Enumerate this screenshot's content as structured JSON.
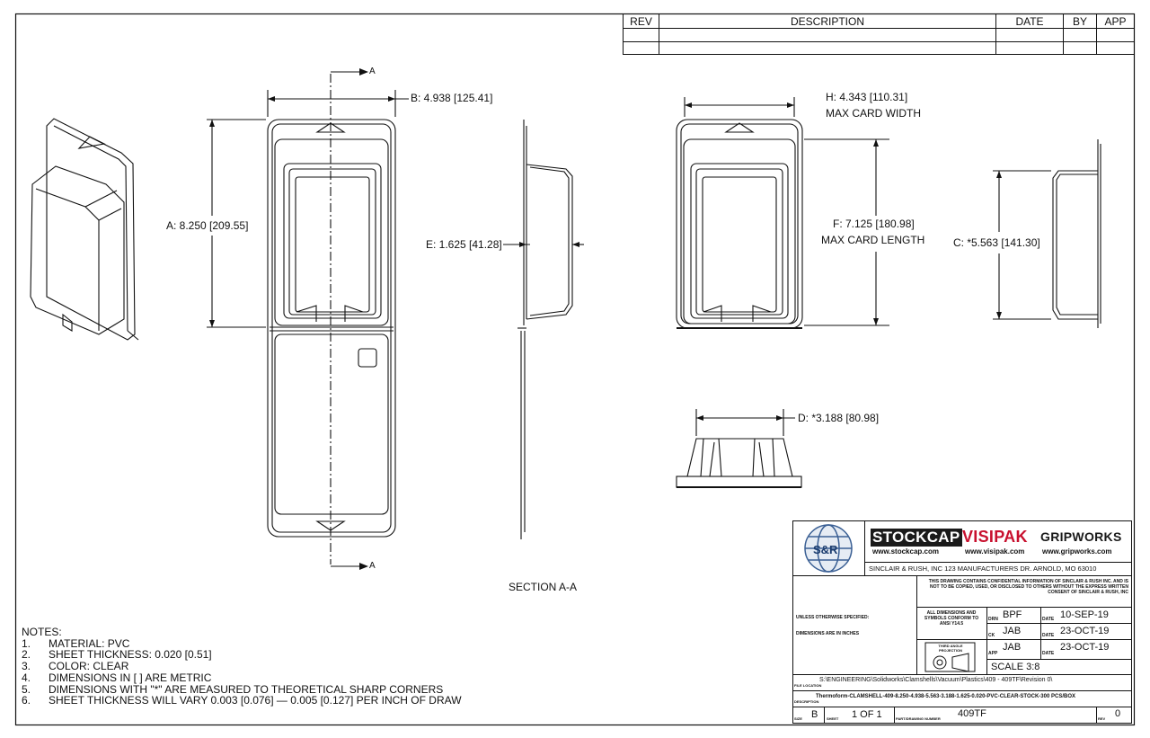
{
  "revision_table": {
    "headers": {
      "rev": "REV",
      "description": "DESCRIPTION",
      "date": "DATE",
      "by": "BY",
      "app": "APP"
    }
  },
  "dimensions": {
    "a": "A: 8.250 [209.55]",
    "b": "B: 4.938 [125.41]",
    "c": "C: *5.563 [141.30]",
    "d": "D: *3.188 [80.98]",
    "e": "E: 1.625 [41.28]",
    "f1": "F: 7.125 [180.98]",
    "f2": "MAX CARD LENGTH",
    "h1": "H: 4.343 [110.31]",
    "h2": "MAX CARD WIDTH",
    "section_mark": "A",
    "section_label": "SECTION A-A"
  },
  "notes": {
    "title": "NOTES:",
    "items": [
      {
        "n": "1.",
        "text": "MATERIAL: PVC"
      },
      {
        "n": "2.",
        "text": "SHEET THICKNESS: 0.020 [0.51]"
      },
      {
        "n": "3.",
        "text": "COLOR: CLEAR"
      },
      {
        "n": "4.",
        "text": "DIMENSIONS IN [ ] ARE METRIC"
      },
      {
        "n": "5.",
        "text": "DIMENSIONS WITH \"*\" ARE MEASURED TO THEORETICAL SHARP CORNERS"
      },
      {
        "n": "6.",
        "text": "SHEET THICKNESS WILL VARY 0.003 [0.076] — 0.005 [0.127] PER INCH OF DRAW"
      }
    ]
  },
  "title_block": {
    "logo_text": "S&R",
    "brands": {
      "stockcap": "STOCKCAP",
      "visipak": "VISIPAK",
      "gripworks": "GRIPWORKS"
    },
    "urls": {
      "stockcap": "www.stockcap.com",
      "visipak": "www.visipak.com",
      "gripworks": "www.gripworks.com"
    },
    "company": "SINCLAIR & RUSH, INC 123 MANUFACTURERS DR. ARNOLD, MO 63010",
    "confidential": "THIS DRAWING CONTAINS CONFIDENTIAL INFORMATION OF SINCLAIR & RUSH INC. AND IS NOT TO BE COPIED, USED, OR DISCLOSED TO OTHERS WITHOUT THE EXPRESS WRITTEN CONSENT OF SINCLAIR & RUSH, INC",
    "unless": "UNLESS OTHERWISE SPECIFIED:",
    "dims_inches": "DIMENSIONS ARE IN INCHES",
    "conform": "ALL DIMENSIONS AND SYMBOLS CONFORM TO ANSI Y14.5",
    "projection": "THIRD ANGLE PROJECTION",
    "rows": [
      {
        "role": "DRN",
        "by": "BPF",
        "date_label": "DATE",
        "date": "10-SEP-19"
      },
      {
        "role": "CK",
        "by": "JAB",
        "date_label": "DATE",
        "date": "23-OCT-19"
      },
      {
        "role": "APP",
        "by": "JAB",
        "date_label": "DATE",
        "date": "23-OCT-19"
      }
    ],
    "scale": "SCALE 3:8",
    "file_loc_label": "FILE LOCATION",
    "file_loc": "S:\\ENGINEERING\\Solidworks\\Clamshells\\Vacuum\\Plastics\\409 - 409TF\\Revision 0\\",
    "desc_label": "DESCRIPTION",
    "description": "Thermoform-CLAMSHELL-409-8.250-4.938-5.563-3.188-1.625-0.020-PVC-CLEAR-STOCK-300 PCS/BOX",
    "size_label": "SIZE",
    "size": "B",
    "sheet_label": "SHEET",
    "sheet": "1 OF 1",
    "part_label": "PART/DRAWING NUMBER",
    "part": "409TF",
    "rev_label": "REV",
    "rev": "0"
  }
}
